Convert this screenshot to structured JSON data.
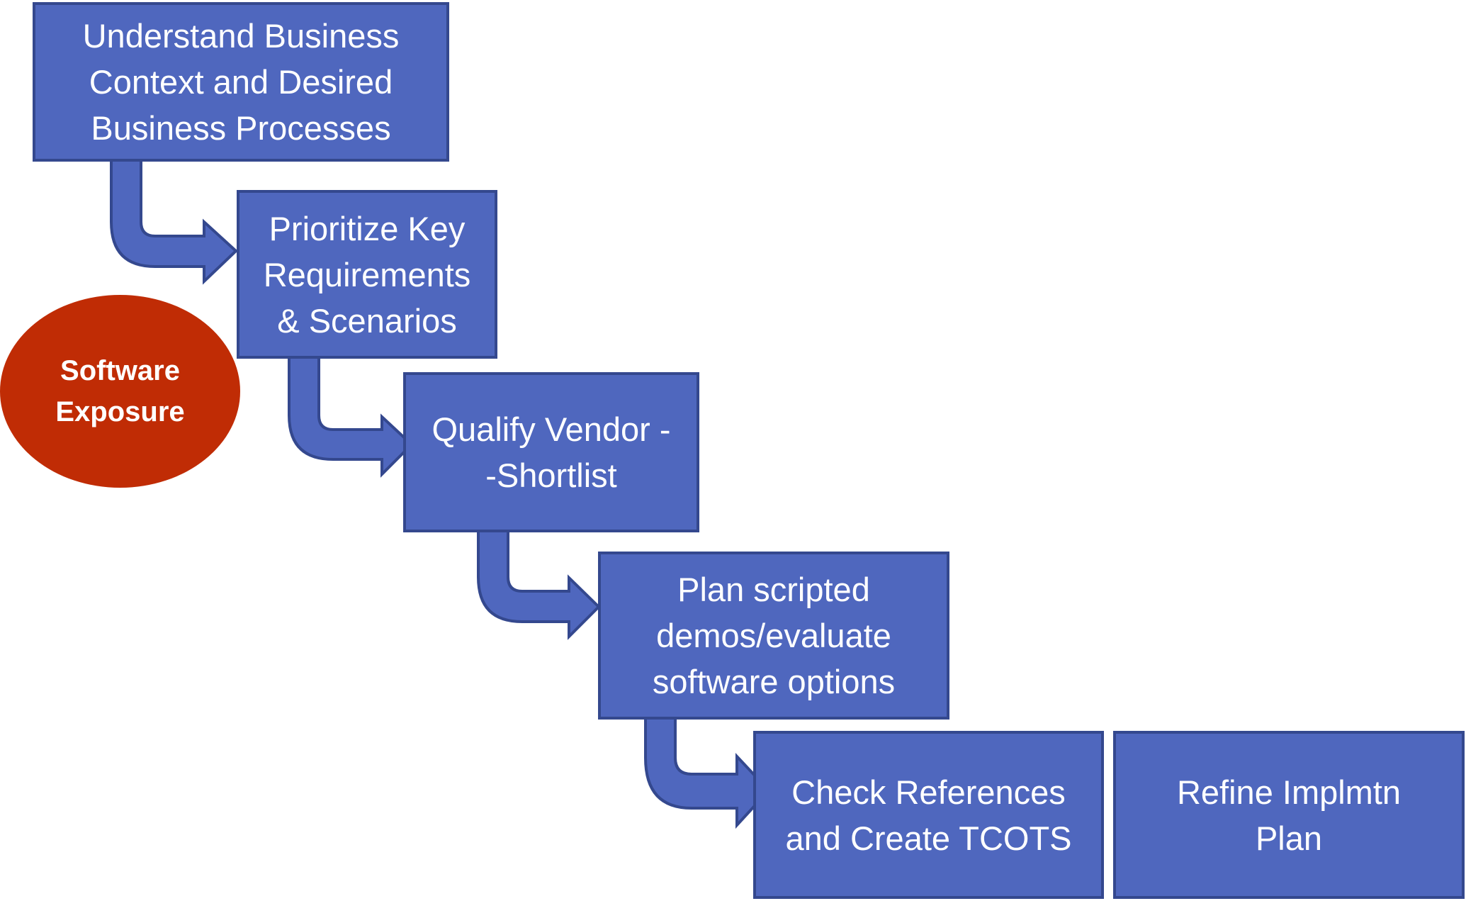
{
  "diagram": {
    "title": "Software selection process flow",
    "colors": {
      "box_fill": "#4f67be",
      "box_border": "#34488e",
      "ellipse_fill": "#c02c05",
      "text": "#ffffff"
    },
    "steps": [
      {
        "id": "step-1",
        "label": "Understand Business\nContext and Desired\nBusiness Processes"
      },
      {
        "id": "step-2",
        "label": "Prioritize Key\nRequirements\n& Scenarios"
      },
      {
        "id": "step-3",
        "label": "Qualify Vendor -\n-Shortlist"
      },
      {
        "id": "step-4",
        "label": "Plan scripted\ndemos/evaluate\nsoftware options"
      },
      {
        "id": "step-5",
        "label": "Check References\nand Create TCOTS"
      },
      {
        "id": "step-6",
        "label": "Refine Implmtn\nPlan"
      }
    ],
    "side_note": {
      "label": "Software\nExposure"
    },
    "connections": [
      {
        "from": "step-1",
        "to": "step-2"
      },
      {
        "from": "step-2",
        "to": "step-3"
      },
      {
        "from": "step-3",
        "to": "step-4"
      },
      {
        "from": "step-4",
        "to": "step-5"
      }
    ]
  }
}
